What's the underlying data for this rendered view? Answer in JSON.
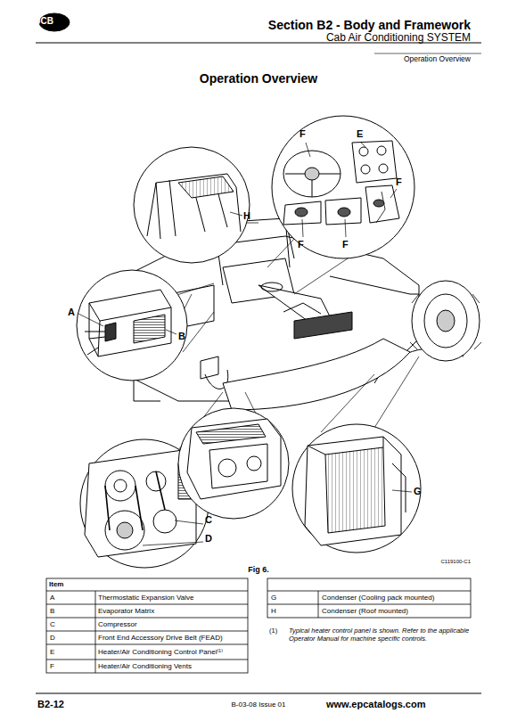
{
  "diagram": {
    "title": "Operation Overview",
    "caption": "Fig 6.",
    "labels": [
      "JCB",
      "Section B2 - Body and Framework",
      "Cab Air Conditioning SYSTEM",
      "Operation Overview",
      "F",
      "E",
      "F",
      "H",
      "F",
      "F",
      "A",
      "B",
      "G",
      "C",
      "D",
      "C119100-C1",
      "Item",
      "A",
      "Thermostatic Expansion Valve",
      "B",
      "Evaporator Matrix",
      "C",
      "Compressor",
      "D",
      "Front End Accessory Drive Belt (FEAD)",
      "E",
      "Heater/Air Conditioning Control Panel⁽¹⁾",
      "F",
      "Heater/Air Conditioning Vents",
      "G",
      "Condenser (Cooling pack mounted)",
      "H",
      "Condenser (Roof mounted)",
      "(1)",
      "Typical heater control panel is shown. Refer to the applicable Operator Manual for machine specific controls.",
      "B2-12",
      "B-03-08 Issue 01",
      "www.epcatalogs.com"
    ]
  }
}
